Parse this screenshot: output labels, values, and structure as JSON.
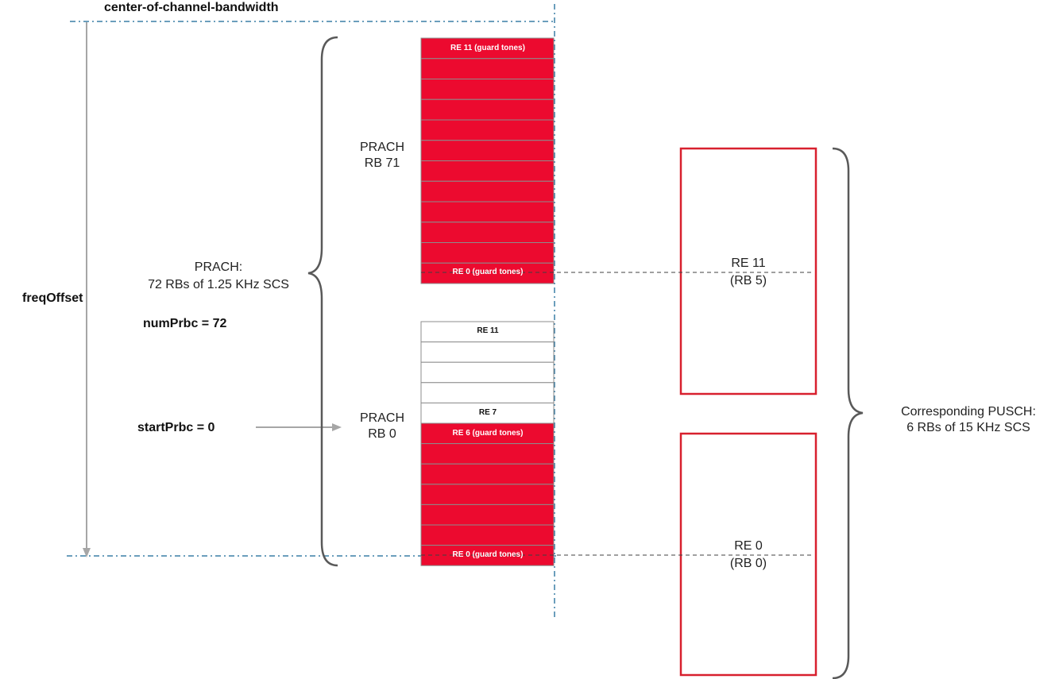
{
  "labels": {
    "center_of_channel_bandwidth": "center-of-channel-bandwidth",
    "freq_offset": "freqOffset",
    "prach_summary_line1": "PRACH:",
    "prach_summary_line2": "72 RBs of 1.25 KHz SCS",
    "num_prbc": "numPrbc = 72",
    "start_prbc": "startPrbc = 0",
    "prach_rb71_line1": "PRACH",
    "prach_rb71_line2": "RB 71",
    "prach_rb0_line1": "PRACH",
    "prach_rb0_line2": "RB 0",
    "pusch_line1": "Corresponding PUSCH:",
    "pusch_line2": "6 RBs of 15 KHz SCS",
    "pusch_re11_line1": "RE 11",
    "pusch_re11_line2": "(RB 5)",
    "pusch_re0_line1": "RE 0",
    "pusch_re0_line2": "(RB 0)"
  },
  "rb71_rows": {
    "top": "RE 11 (guard tones)",
    "bottom": "RE 0 (guard tones)"
  },
  "rb0_rows": {
    "re11": "RE 11",
    "re7": "RE 7",
    "re6": "RE 6 (guard tones)",
    "re0": "RE 0 (guard tones)"
  },
  "colors": {
    "guard_fill": "#ec0a2f",
    "pusch_border": "#d8202e",
    "axis_line": "#3a7fa6",
    "arrow": "#a6a6a6",
    "brace": "#595959",
    "cell_border": "#8c8c8c"
  }
}
